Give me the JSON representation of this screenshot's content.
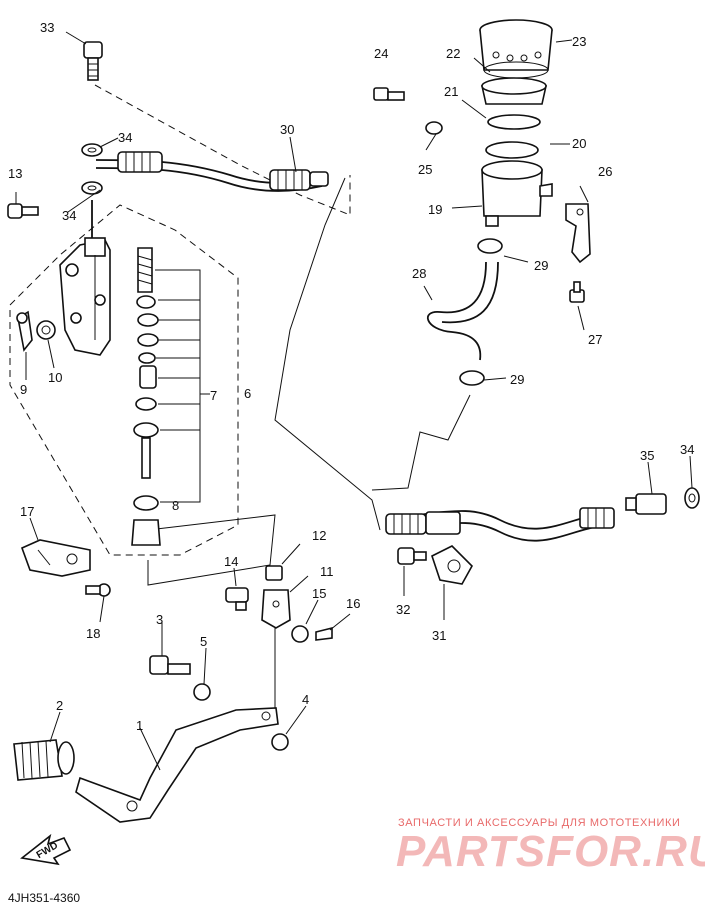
{
  "callouts": [
    "33",
    "34",
    "34",
    "13",
    "9",
    "10",
    "6",
    "7",
    "8",
    "17",
    "18",
    "30",
    "24",
    "22",
    "23",
    "21",
    "20",
    "25",
    "26",
    "19",
    "29",
    "28",
    "29",
    "27",
    "35",
    "34",
    "32",
    "31",
    "12",
    "11",
    "14",
    "15",
    "16",
    "3",
    "5",
    "2",
    "1",
    "4"
  ],
  "drawing_code": "4JH351-4360",
  "direction_mark": "FWD",
  "watermark": {
    "tagline": "ЗАПЧАСТИ И АКСЕССУАРЫ ДЛЯ МОТОТЕХНИКИ",
    "logo": "PARTSFOR.RU"
  }
}
